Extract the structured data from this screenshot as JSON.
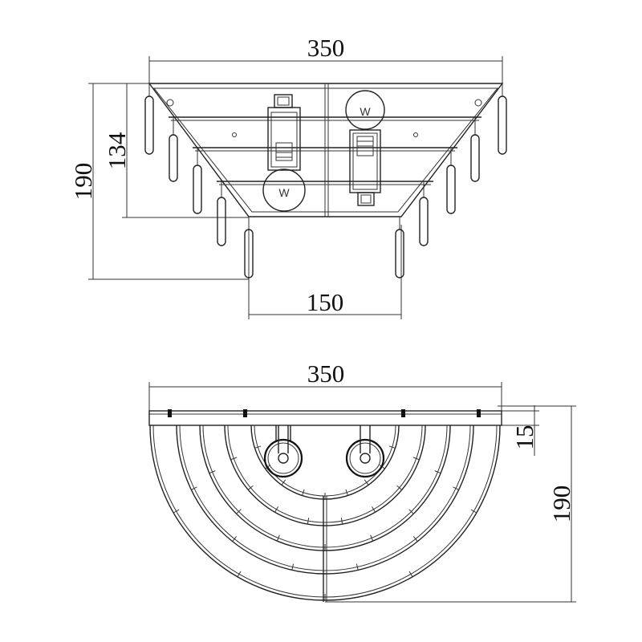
{
  "front_view": {
    "width_label": "350",
    "height_label": "190",
    "mid_height_label": "134",
    "bottom_width_label": "150",
    "bulb_marking": "W"
  },
  "top_view": {
    "width_label": "350",
    "plate_depth_label": "15",
    "depth_label": "190"
  }
}
